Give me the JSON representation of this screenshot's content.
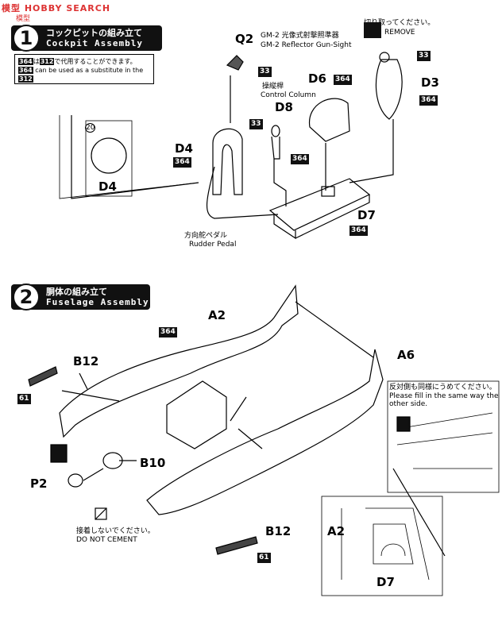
{
  "watermark": {
    "brand": "模型 HOBBY SEARCH",
    "sub": "模型"
  },
  "step1": {
    "number": "1",
    "title_jp": "コックピットの組み立て",
    "title_en": "Cockpit Assembly"
  },
  "step2": {
    "number": "2",
    "title_jp": "胴体の組み立て",
    "title_en": "Fuselage Assembly"
  },
  "note": {
    "part_a": "364",
    "part_b": "312",
    "line1_jp": "は",
    "line1_jp2": "で代用することができます。",
    "line2": "can be used as a substitute in the"
  },
  "remove": {
    "jp": "切り取ってください。",
    "en": "REMOVE"
  },
  "parts": {
    "q2": "Q2",
    "q2_jp": "GM-2 光像式射撃照準器",
    "q2_en": "GM-2 Reflector Gun-Sight",
    "d6": "D6",
    "d3": "D3",
    "d8": "D8",
    "d4": "D4",
    "d4_inset": "D4",
    "d7": "D7",
    "control_jp": "操縦桿",
    "control_en": "Control Column",
    "rudder_jp": "方向舵ペダル",
    "rudder_en": "Rudder Pedal",
    "a2": "A2",
    "a6": "A6",
    "b12": "B12",
    "b12b": "B12",
    "b10": "B10",
    "p2": "P2",
    "a2_inset": "A2",
    "d7_inset": "D7",
    "decal20": "20"
  },
  "tags": {
    "t33": "33",
    "t364": "364",
    "t61": "61"
  },
  "cement": {
    "jp": "接着しないでください。",
    "en": "DO NOT CEMENT"
  },
  "fill_note": {
    "jp": "反対側も同様にうめてください。",
    "en1": "Please fill in the same way the",
    "en2": "other side."
  }
}
